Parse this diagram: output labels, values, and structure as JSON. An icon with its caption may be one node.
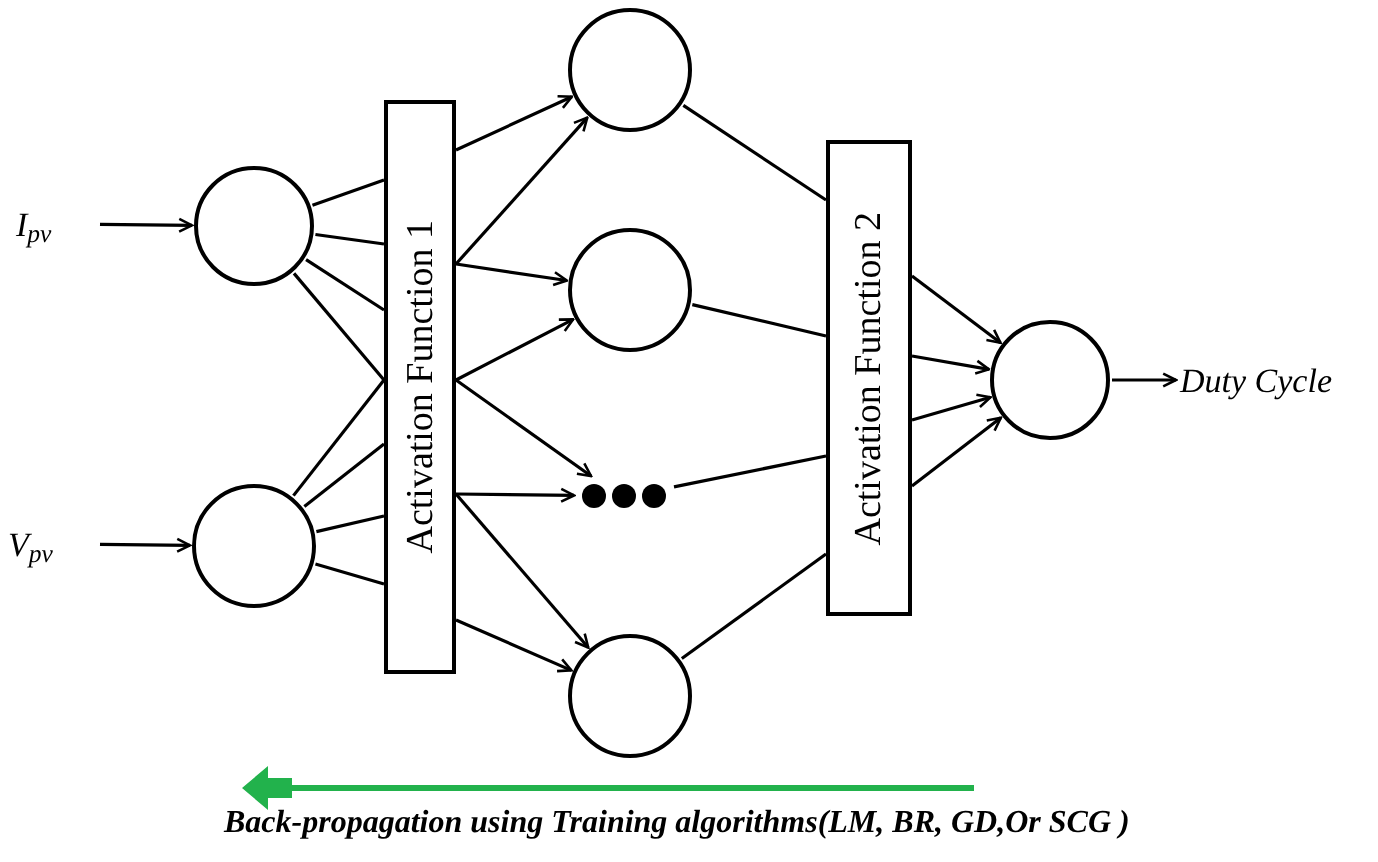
{
  "diagram": {
    "nodes": [
      {
        "text": [
          "I$_{pv}$"
        ]
      },
      {
        "text": [
          "V$_{pv}$"
        ]
      },
      {
        "text": [],
        "shape": "circle"
      },
      {
        "text": [],
        "shape": "circle"
      },
      {
        "text": [
          "Activation Function 1"
        ]
      },
      {
        "text": [],
        "shape": "circle"
      },
      {
        "text": [],
        "shape": "circle"
      },
      {
        "text": [],
        "shape": "dots"
      },
      {
        "text": [],
        "shape": "circle"
      },
      {
        "text": [
          "Activation Function 2"
        ]
      },
      {
        "text": [],
        "shape": "circle"
      },
      {
        "text": [
          "Duty Cycle"
        ]
      }
    ],
    "edges": [
      {
        "from": 0,
        "to": 2,
        "arrow": "to"
      },
      {
        "from": 1,
        "to": 3,
        "arrow": "to"
      },
      {
        "from": 2,
        "to": 4,
        "arrow": "none"
      },
      {
        "from": 2,
        "to": 4,
        "arrow": "none"
      },
      {
        "from": 2,
        "to": 4,
        "arrow": "none"
      },
      {
        "from": 2,
        "to": 4,
        "arrow": "none"
      },
      {
        "from": 3,
        "to": 4,
        "arrow": "none"
      },
      {
        "from": 3,
        "to": 4,
        "arrow": "none"
      },
      {
        "from": 3,
        "to": 4,
        "arrow": "none"
      },
      {
        "from": 3,
        "to": 4,
        "arrow": "none"
      },
      {
        "from": 4,
        "to": 5,
        "arrow": "to"
      },
      {
        "from": 4,
        "to": 5,
        "arrow": "to"
      },
      {
        "from": 4,
        "to": 6,
        "arrow": "to"
      },
      {
        "from": 4,
        "to": 6,
        "arrow": "to"
      },
      {
        "from": 4,
        "to": 7,
        "arrow": "to"
      },
      {
        "from": 4,
        "to": 7,
        "arrow": "to"
      },
      {
        "from": 4,
        "to": 8,
        "arrow": "to"
      },
      {
        "from": 4,
        "to": 8,
        "arrow": "to"
      },
      {
        "from": 5,
        "to": 9,
        "arrow": "none"
      },
      {
        "from": 6,
        "to": 9,
        "arrow": "none"
      },
      {
        "from": 7,
        "to": 9,
        "arrow": "none"
      },
      {
        "from": 8,
        "to": 9,
        "arrow": "none"
      },
      {
        "from": 9,
        "to": 10,
        "arrow": "to"
      },
      {
        "from": 9,
        "to": 10,
        "arrow": "to"
      },
      {
        "from": 9,
        "to": 10,
        "arrow": "to"
      },
      {
        "from": 9,
        "to": 10,
        "arrow": "to"
      },
      {
        "from": 10,
        "to": 11,
        "arrow": "to"
      }
    ],
    "labels": [
      "Back-propagation using Training algorithms(LM, BR, GD,Or SCG )"
    ]
  }
}
